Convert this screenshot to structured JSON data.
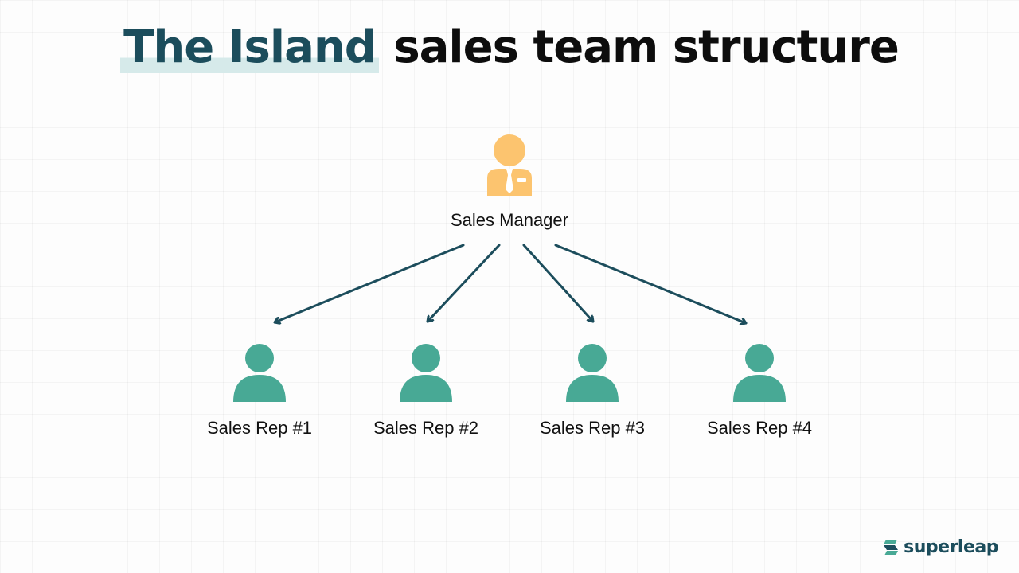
{
  "title": {
    "highlight": "The Island",
    "rest": "sales team structure"
  },
  "manager": {
    "label": "Sales Manager",
    "icon": "manager-icon",
    "color": "#fcc46f"
  },
  "reps": [
    {
      "label": "Sales Rep #1",
      "icon": "person-icon"
    },
    {
      "label": "Sales Rep #2",
      "icon": "person-icon"
    },
    {
      "label": "Sales Rep #3",
      "icon": "person-icon"
    },
    {
      "label": "Sales Rep #4",
      "icon": "person-icon"
    }
  ],
  "colors": {
    "accent": "#1c4d5c",
    "rep_icon": "#48a995",
    "manager_icon": "#fcc46f",
    "arrow": "#1c4d5c"
  },
  "logo": {
    "text": "superleap"
  }
}
